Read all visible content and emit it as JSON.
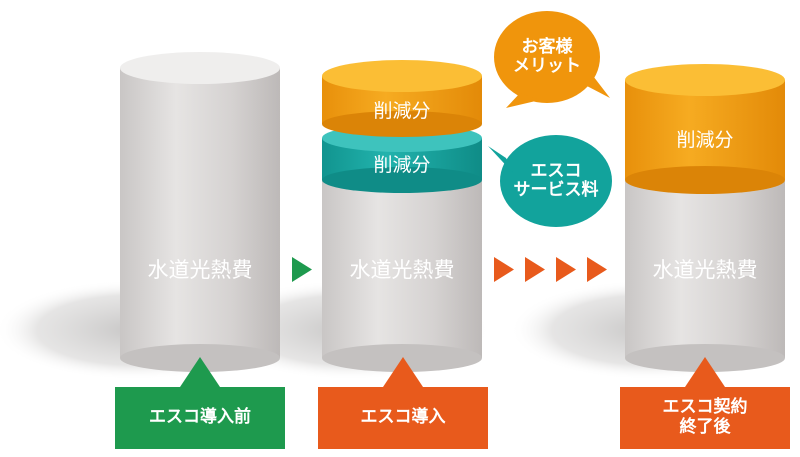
{
  "columns": [
    {
      "body_label": "水道光熱費",
      "stage_label": "エスコ導入前",
      "stage_color": "#1e9a4e"
    },
    {
      "body_label": "水道光熱費",
      "top_label": "削減分",
      "middle_label": "削減分",
      "stage_label": "エスコ導入",
      "stage_color": "#e85a1c"
    },
    {
      "body_label": "水道光熱費",
      "top_label": "削減分",
      "stage_label": "エスコ契約\n終了後",
      "stage_color": "#e85a1c"
    }
  ],
  "bubbles": {
    "customer": {
      "text": "お客様\nメリット",
      "color": "#f0950c"
    },
    "service": {
      "text": "エスコ\nサービス料",
      "color": "#12a39c"
    }
  },
  "colors": {
    "orange_layer": "#f3a114",
    "teal_layer": "#19a7a2",
    "cylinder": "#d9d7d6",
    "arrow_green": "#1e9a4e",
    "arrow_orange": "#e85a1c"
  },
  "icons": [
    "arrow-right-green-icon",
    "arrow-right-orange-icon"
  ]
}
